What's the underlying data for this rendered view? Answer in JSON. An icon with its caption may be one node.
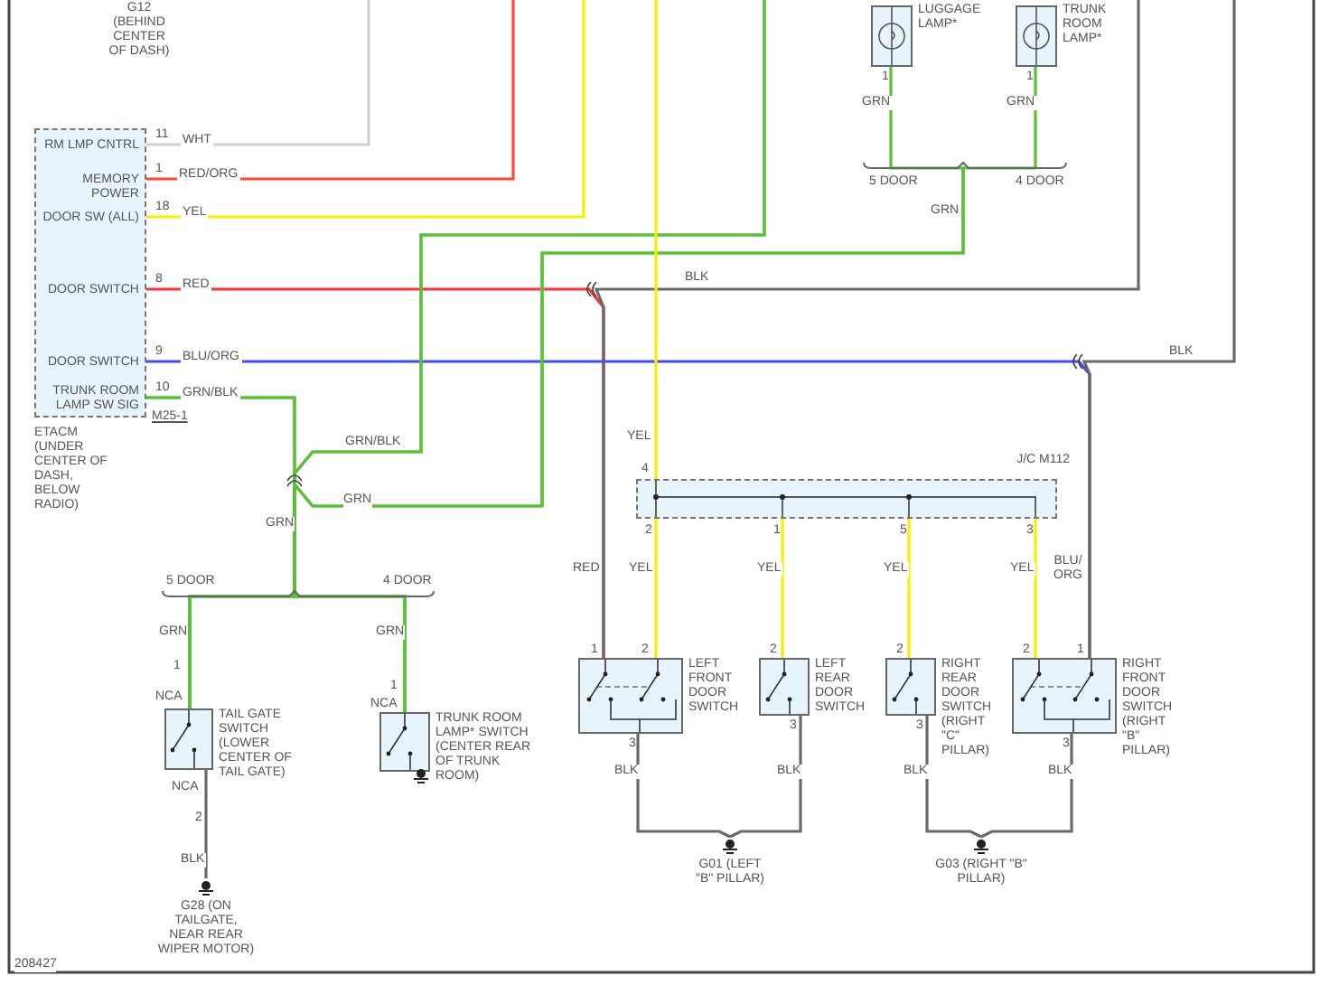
{
  "diagram": {
    "nodes": [
      {
        "text": [
          "RM LMP CNTRL",
          "MEMORY POWER",
          "DOOR SW (ALL)",
          "DOOR SWITCH",
          "DOOR SWITCH",
          "TRUNK ROOM LAMP SW SIG"
        ],
        "beside": [
          "M25-1",
          "ETACM (UNDER CENTER OF DASH, BELOW RADIO)"
        ]
      },
      {
        "text": [
          "LUGGAGE LAMP*"
        ]
      },
      {
        "text": [
          "TRUNK ROOM LAMP*"
        ]
      },
      {
        "text": [
          "J/C M112"
        ]
      },
      {
        "text": [
          "TAIL GATE SWITCH (LOWER CENTER OF TAIL GATE)"
        ]
      },
      {
        "text": [
          "TRUNK ROOM LAMP* SWITCH (CENTER REAR OF TRUNK ROOM)"
        ]
      },
      {
        "text": [
          "LEFT FRONT DOOR SWITCH"
        ]
      },
      {
        "text": [
          "LEFT REAR DOOR SWITCH"
        ]
      },
      {
        "text": [
          "RIGHT REAR DOOR SWITCH (RIGHT \"C\" PILLAR)"
        ]
      },
      {
        "text": [
          "RIGHT FRONT DOOR SWITCH (RIGHT \"B\" PILLAR)"
        ]
      },
      {
        "text": [
          "G28 (ON TAILGATE, NEAR REAR WIPER MOTOR)"
        ]
      },
      {
        "text": [
          "G01 (LEFT \"B\" PILLAR)"
        ]
      },
      {
        "text": [
          "G03 (RIGHT \"B\" PILLAR)"
        ]
      }
    ],
    "edges": [
      {
        "from": 0,
        "to": null,
        "arrow": "none",
        "label": "WHT",
        "color": "#d0d0d0"
      },
      {
        "from": 0,
        "to": null,
        "arrow": "none",
        "label": "RED/ORG",
        "color": "#ff4b3a"
      },
      {
        "from": 0,
        "to": null,
        "arrow": "none",
        "label": "YEL",
        "color": "#f2f200"
      },
      {
        "from": 0,
        "to": 6,
        "arrow": "none",
        "label": "RED",
        "color": "#ff3030"
      },
      {
        "from": null,
        "to": 6,
        "arrow": "none",
        "label": "BLK",
        "color": "#6a6a6a"
      },
      {
        "from": 0,
        "to": 9,
        "arrow": "none",
        "label": "BLU/ORG",
        "color": "#4848f0"
      },
      {
        "from": null,
        "to": 9,
        "arrow": "none",
        "label": "BLK",
        "color": "#6a6a6a"
      },
      {
        "from": 0,
        "to": 4,
        "arrow": "none",
        "label": "GRN/BLK",
        "color": "#5cbf3a"
      },
      {
        "from": 0,
        "to": 5,
        "arrow": "none",
        "color": "#5cbf3a"
      },
      {
        "from": null,
        "to": 4,
        "arrow": "none",
        "label": "GRN/BLK",
        "color": "#5cbf3a"
      },
      {
        "from": null,
        "to": 5,
        "arrow": "none",
        "color": "#5cbf3a"
      },
      {
        "from": 1,
        "to": 4,
        "arrow": "none",
        "label": "GRN",
        "color": "#5cbf3a"
      },
      {
        "from": 2,
        "to": 5,
        "arrow": "none",
        "label": "GRN",
        "color": "#5cbf3a"
      },
      {
        "from": null,
        "to": 3,
        "arrow": "none",
        "label": "YEL",
        "color": "#f2f200"
      },
      {
        "from": 3,
        "to": 6,
        "arrow": "none",
        "label": "YEL",
        "color": "#f2f200"
      },
      {
        "from": 3,
        "to": 7,
        "arrow": "none",
        "label": "YEL",
        "color": "#f2f200"
      },
      {
        "from": 3,
        "to": 8,
        "arrow": "none",
        "label": "YEL",
        "color": "#f2f200"
      },
      {
        "from": 3,
        "to": 9,
        "arrow": "none",
        "label": "YEL",
        "color": "#f2f200"
      },
      {
        "from": 4,
        "to": 10,
        "arrow": "none",
        "label": "BLK",
        "color": "#6a6a6a"
      },
      {
        "from": 6,
        "to": 11,
        "arrow": "none",
        "label": "BLK",
        "color": "#6a6a6a"
      },
      {
        "from": 7,
        "to": 11,
        "arrow": "none",
        "label": "BLK",
        "color": "#6a6a6a"
      },
      {
        "from": 8,
        "to": 12,
        "arrow": "none",
        "label": "BLK",
        "color": "#6a6a6a"
      },
      {
        "from": 9,
        "to": 12,
        "arrow": "none",
        "label": "BLK",
        "color": "#6a6a6a"
      }
    ],
    "labels": [
      "G12 (BEHIND CENTER OF DASH)",
      "1",
      "1",
      "11",
      "1",
      "18",
      "5 DOOR",
      "4 DOOR",
      "GRN",
      "8",
      "9",
      "10",
      "GRN",
      "4",
      "2",
      "1",
      "5",
      "3",
      "GRN",
      "5 DOOR",
      "4 DOOR",
      "RED",
      "BLU/ ORG",
      "GRN",
      "GRN",
      "1",
      "2",
      "2",
      "2",
      "2",
      "1",
      "1",
      "NCA",
      "1",
      "NCA",
      "3",
      "3",
      "3",
      "3",
      "NCA",
      "2",
      "208427"
    ]
  }
}
